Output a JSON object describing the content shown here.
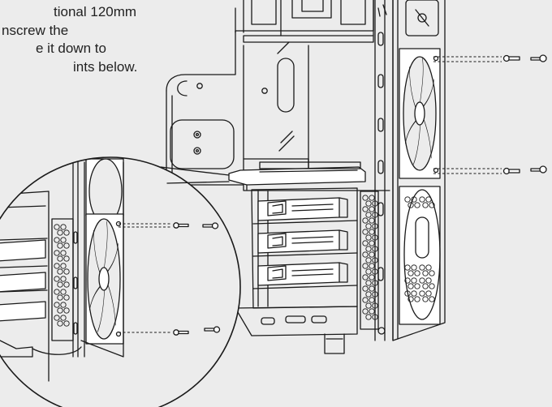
{
  "instructions": {
    "lines": [
      "tional 120mm",
      "nscrew the",
      "e it down to",
      "ints below."
    ]
  }
}
